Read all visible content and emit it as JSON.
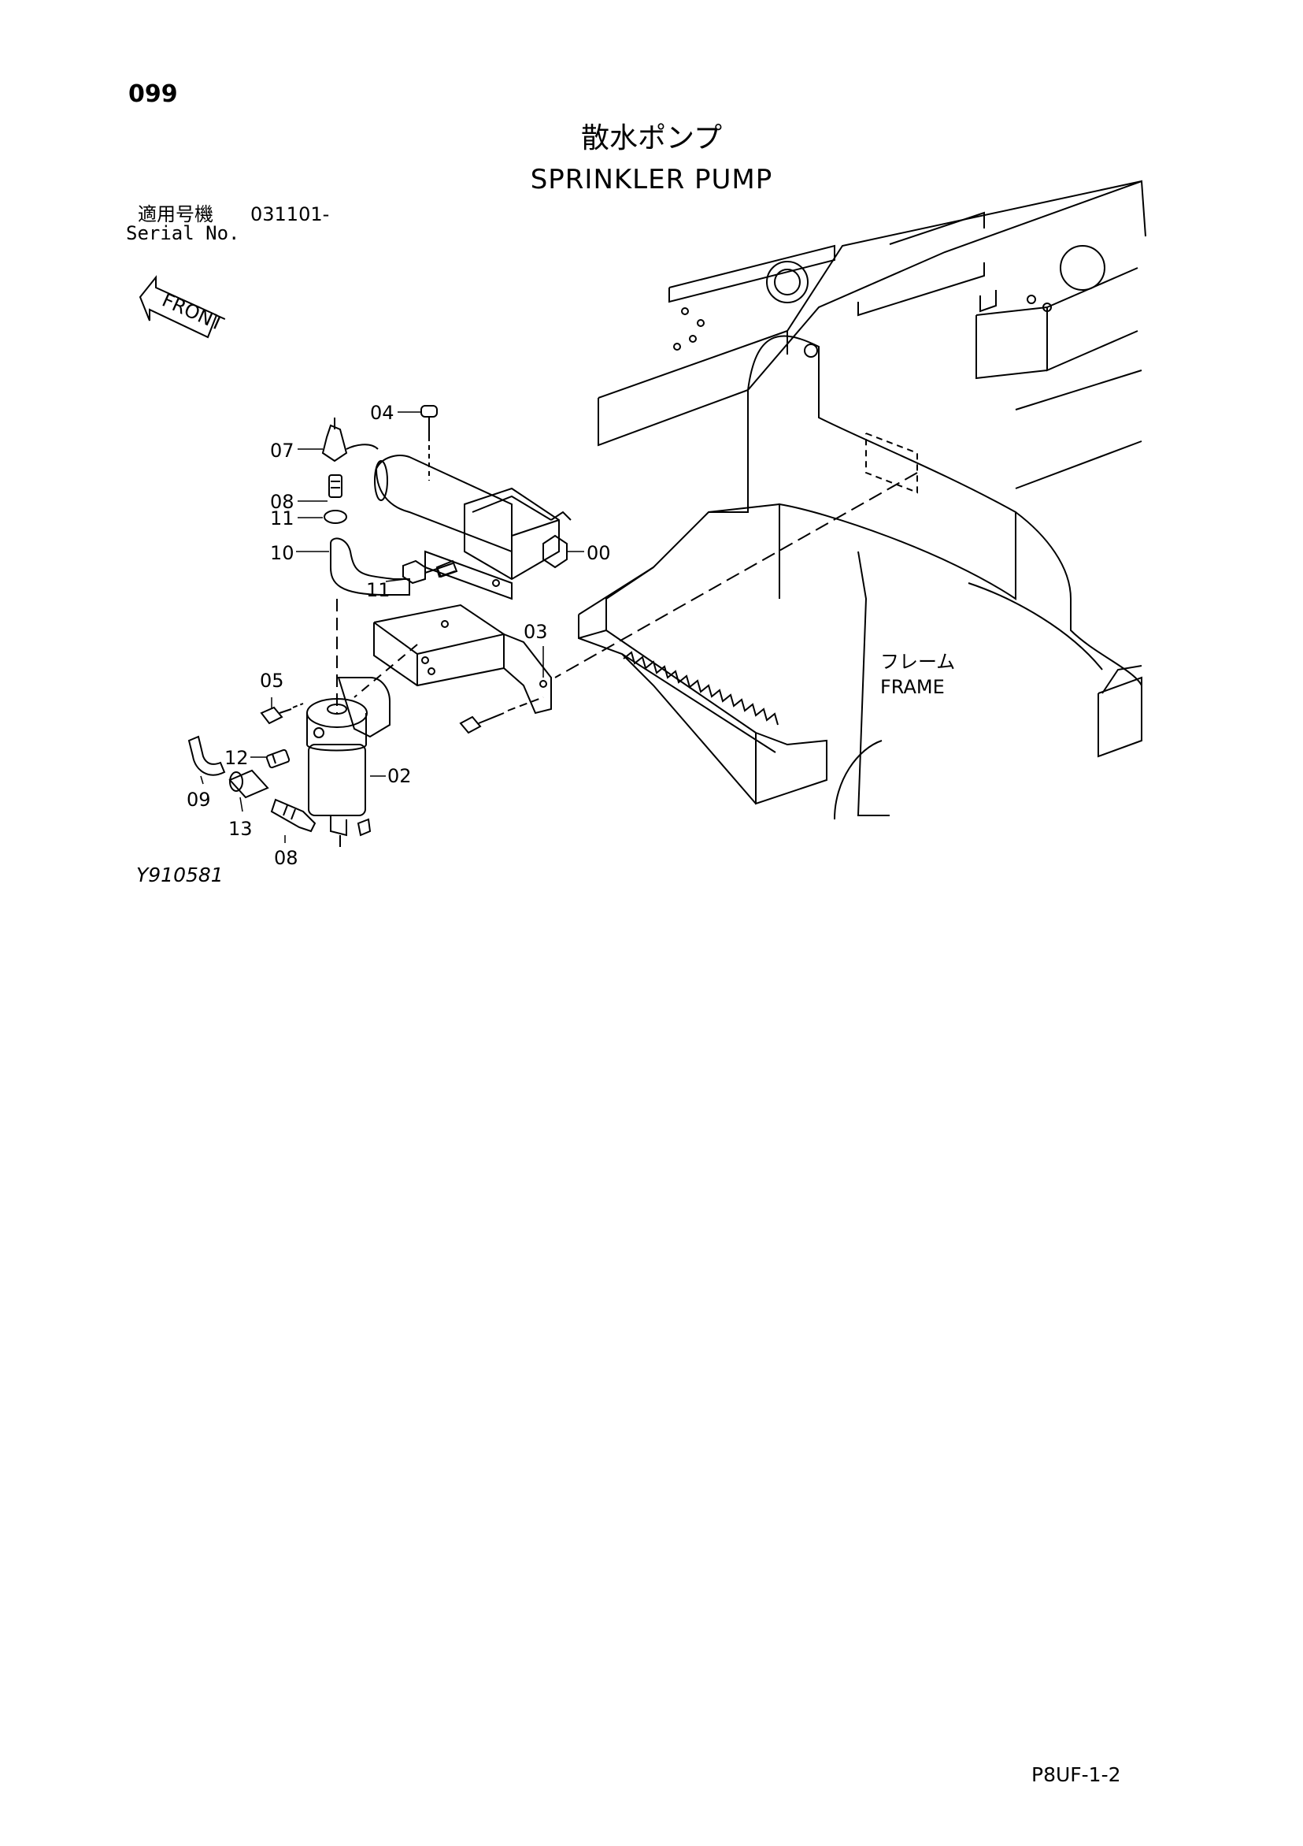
{
  "page_number": "099",
  "title_jp": "散水ポンプ",
  "title_en": "SPRINKLER PUMP",
  "serial": {
    "label_jp": "適用号機",
    "label_en": "Serial No.",
    "value": "031101-"
  },
  "front_arrow_label": "FRONT",
  "frame_label_jp": "フレーム",
  "frame_label_en": "FRAME",
  "part_callouts": {
    "p04": "04",
    "p07": "07",
    "p08_top": "08",
    "p11_top": "11",
    "p10": "10",
    "p11_mid": "11",
    "p00": "00",
    "p03": "03",
    "p05": "05",
    "p12": "12",
    "p02": "02",
    "p09": "09",
    "p13": "13",
    "p08_bottom": "08"
  },
  "figure_code": "Y910581",
  "footer_code": "P8UF-1-2"
}
